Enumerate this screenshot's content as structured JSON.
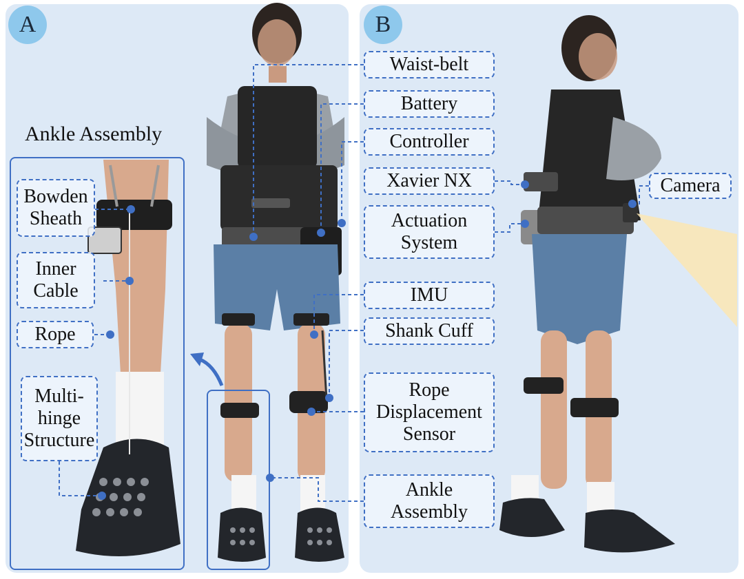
{
  "colors": {
    "panel_bg": "#dde9f6",
    "badge_bg": "#8ec8ec",
    "accent": "#3f6fc4",
    "shorts": "#5b7fa6",
    "vest": "#262626",
    "skin": "#d8a98d",
    "shirt": "#9aa0a6",
    "shoe": "#23262b",
    "sock": "#f5f5f5",
    "cone": "#fbe6b3"
  },
  "panels": {
    "a": {
      "badge": "A"
    },
    "b": {
      "badge": "B"
    }
  },
  "ankle_title": "Ankle Assembly",
  "ankle_labels": {
    "bowden": [
      "Bowden",
      "Sheath"
    ],
    "inner": [
      "Inner",
      "Cable"
    ],
    "rope": [
      "Rope"
    ],
    "hinge": [
      "Multi-",
      "hinge",
      "Structure"
    ]
  },
  "center_labels": {
    "waist": [
      "Waist-belt"
    ],
    "battery": [
      "Battery"
    ],
    "controller": [
      "Controller"
    ],
    "xavier": [
      "Xavier NX"
    ],
    "actuation": [
      "Actuation",
      "System"
    ],
    "imu": [
      "IMU"
    ],
    "shank": [
      "Shank Cuff"
    ],
    "rope_disp": [
      "Rope",
      "Displacement",
      "Sensor"
    ],
    "ankle_asm": [
      "Ankle",
      "Assembly"
    ]
  },
  "camera_label": [
    "Camera"
  ]
}
